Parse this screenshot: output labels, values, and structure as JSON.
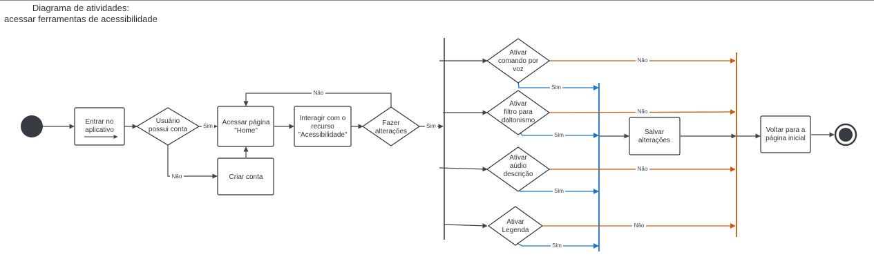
{
  "title": {
    "line1": "Diagrama de atividades:",
    "line2": "acessar ferramentas de acessibilidade"
  },
  "colors": {
    "line": "#444444",
    "node_border": "#333333",
    "start_end": "#373a40",
    "blue": "#1a73c8",
    "orange": "#c55a11"
  },
  "nodes": {
    "entrar_line1": "Entrar no",
    "entrar_line2": "aplicativo",
    "usuario_line1": "Usuário",
    "usuario_line2": "possui conta",
    "acessar_line1": "Acessar página",
    "acessar_line2": "\"Home\"",
    "criar": "Criar conta",
    "interagir_line1": "Interagir com o",
    "interagir_line2": "recurso",
    "interagir_line3": "\"Acessibilidade\"",
    "fazer_line1": "Fazer",
    "fazer_line2": "alterações",
    "voz_line1": "Ativar",
    "voz_line2": "comando por",
    "voz_line3": "voz",
    "filtro_line1": "Ativar",
    "filtro_line2": "filtro para",
    "filtro_line3": "daltonismo",
    "audio_line1": "Ativar",
    "audio_line2": "aúdio",
    "audio_line3": "descrição",
    "legenda_line1": "Ativar",
    "legenda_line2": "Legenda",
    "salvar_line1": "Salvar",
    "salvar_line2": "alterações",
    "voltar_line1": "Voltar para a",
    "voltar_line2": "página inicial"
  },
  "labels": {
    "sim": "Sim",
    "nao": "Não"
  }
}
